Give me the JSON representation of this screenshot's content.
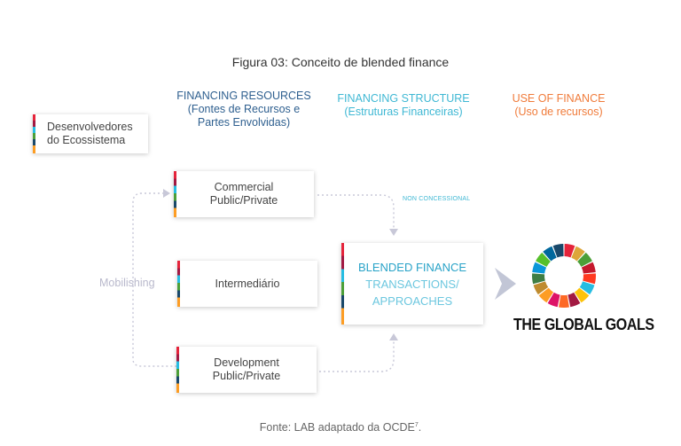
{
  "title": "Figura 03: Conceito de blended finance",
  "headers": {
    "resources": [
      "FINANCING RESOURCES",
      "(Fontes de Recursos e",
      "Partes Envolvidas)"
    ],
    "structure": [
      "FINANCING STRUCTURE",
      "(Estruturas Financeiras)"
    ],
    "use": [
      "USE OF FINANCE",
      "(Uso de recursos)"
    ]
  },
  "boxes": {
    "developers": [
      "Desenvolvedores",
      "do Ecossistema"
    ],
    "commercial": [
      "Commercial",
      "Public/Private"
    ],
    "intermediary": "Intermediário",
    "development": [
      "Development",
      "Public/Private"
    ],
    "blended": [
      "BLENDED FINANCE",
      "TRANSACTIONS/",
      "APPROACHES"
    ]
  },
  "labels": {
    "mobilishing": "Mobilishing",
    "non_concessional": "NON CONCESSIONAL",
    "global_goals": "THE GLOBAL GOALS"
  },
  "source": {
    "text": "Fonte: LAB adaptado da OCDE",
    "sup": "7",
    "end": "."
  },
  "colors": {
    "resources_header": "#2e5f8f",
    "structure_header": "#3fb8d4",
    "use_header": "#f07b3a",
    "sdg_wheel": [
      "#e5243b",
      "#dda63a",
      "#4c9f38",
      "#c5192d",
      "#ff3a21",
      "#26bde2",
      "#fcc30b",
      "#a21942",
      "#fd6925",
      "#dd1367",
      "#fd9d24",
      "#bf8b2e",
      "#3f7e44",
      "#0a97d9",
      "#56c02b",
      "#00689d",
      "#19486a"
    ]
  }
}
